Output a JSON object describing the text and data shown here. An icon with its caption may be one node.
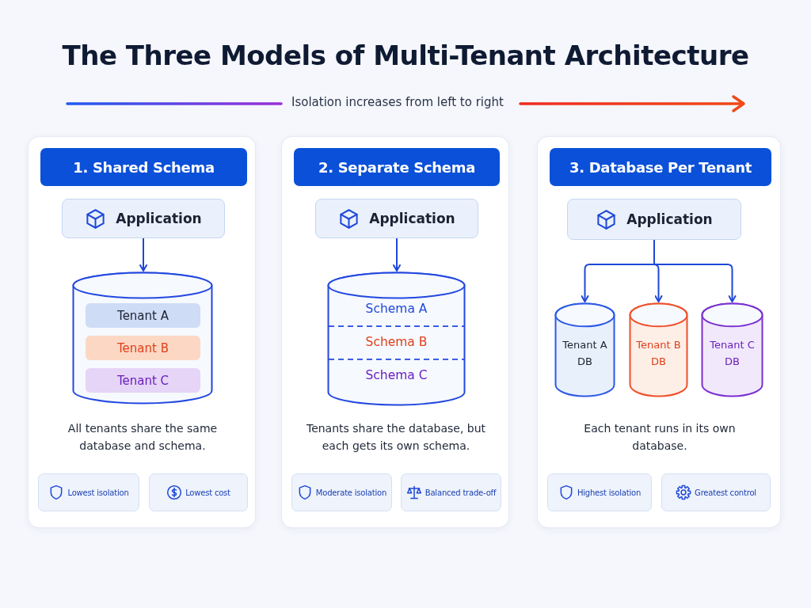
{
  "diagram": {
    "title": "The Three Models of Multi-Tenant Architecture",
    "nodes": [
      {
        "text": [
          "1. Shared Schema",
          "All tenants share the same database and schema."
        ]
      },
      {
        "text": [
          "Application"
        ],
        "in": 0
      },
      {
        "text": [],
        "shape": "cylinder",
        "in": 0
      },
      {
        "text": [
          "Tenant A"
        ],
        "in": 2
      },
      {
        "text": [
          "Tenant B"
        ],
        "in": 2
      },
      {
        "text": [
          "Tenant C"
        ],
        "in": 2
      },
      {
        "text": [
          "Lowest isolation"
        ],
        "in": 0
      },
      {
        "text": [
          "Lowest cost"
        ],
        "in": 0
      },
      {
        "text": [
          "2. Separate Schema",
          "Tenants share the database, but each gets its own schema."
        ]
      },
      {
        "text": [
          "Application"
        ],
        "in": 8
      },
      {
        "text": [
          "Schema A",
          "Schema B",
          "Schema C"
        ],
        "in": 8
      },
      {
        "text": [
          "Moderate isolation"
        ],
        "in": 8
      },
      {
        "text": [
          "Balanced trade-off"
        ],
        "in": 8
      },
      {
        "text": [
          "3. Database Per Tenant",
          "Each tenant runs in its own database."
        ]
      },
      {
        "text": [
          "Application"
        ],
        "in": 13
      },
      {
        "text": [
          "Tenant A DB"
        ],
        "in": 13
      },
      {
        "text": [
          "Tenant B DB"
        ],
        "in": 13
      },
      {
        "text": [
          "Tenant C DB"
        ],
        "in": 13
      },
      {
        "text": [
          "Highest isolation"
        ],
        "in": 13
      },
      {
        "text": [
          "Greatest control"
        ],
        "in": 13
      }
    ],
    "edges": [
      {
        "from": 1,
        "to": 2,
        "arrow": "to"
      },
      {
        "from": 9,
        "to": 10,
        "arrow": "to"
      },
      {
        "from": 14,
        "to": 15,
        "arrow": "to"
      },
      {
        "from": 14,
        "to": 16,
        "arrow": "to"
      },
      {
        "from": 14,
        "to": 17,
        "arrow": "to"
      }
    ],
    "labels": [
      "Isolation increases from left to right"
    ]
  }
}
